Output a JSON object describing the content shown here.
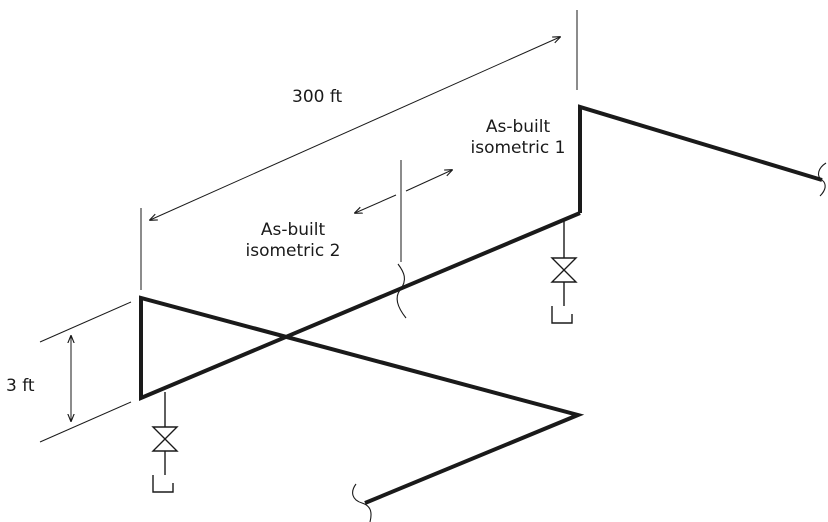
{
  "labels": {
    "length": "300 ft",
    "height": "3 ft",
    "isometric_1_line1": "As-built",
    "isometric_1_line2": "isometric 1",
    "isometric_2_line1": "As-built",
    "isometric_2_line2": "isometric 2"
  },
  "colors": {
    "line": "#1a1a1a",
    "background": "#ffffff"
  }
}
